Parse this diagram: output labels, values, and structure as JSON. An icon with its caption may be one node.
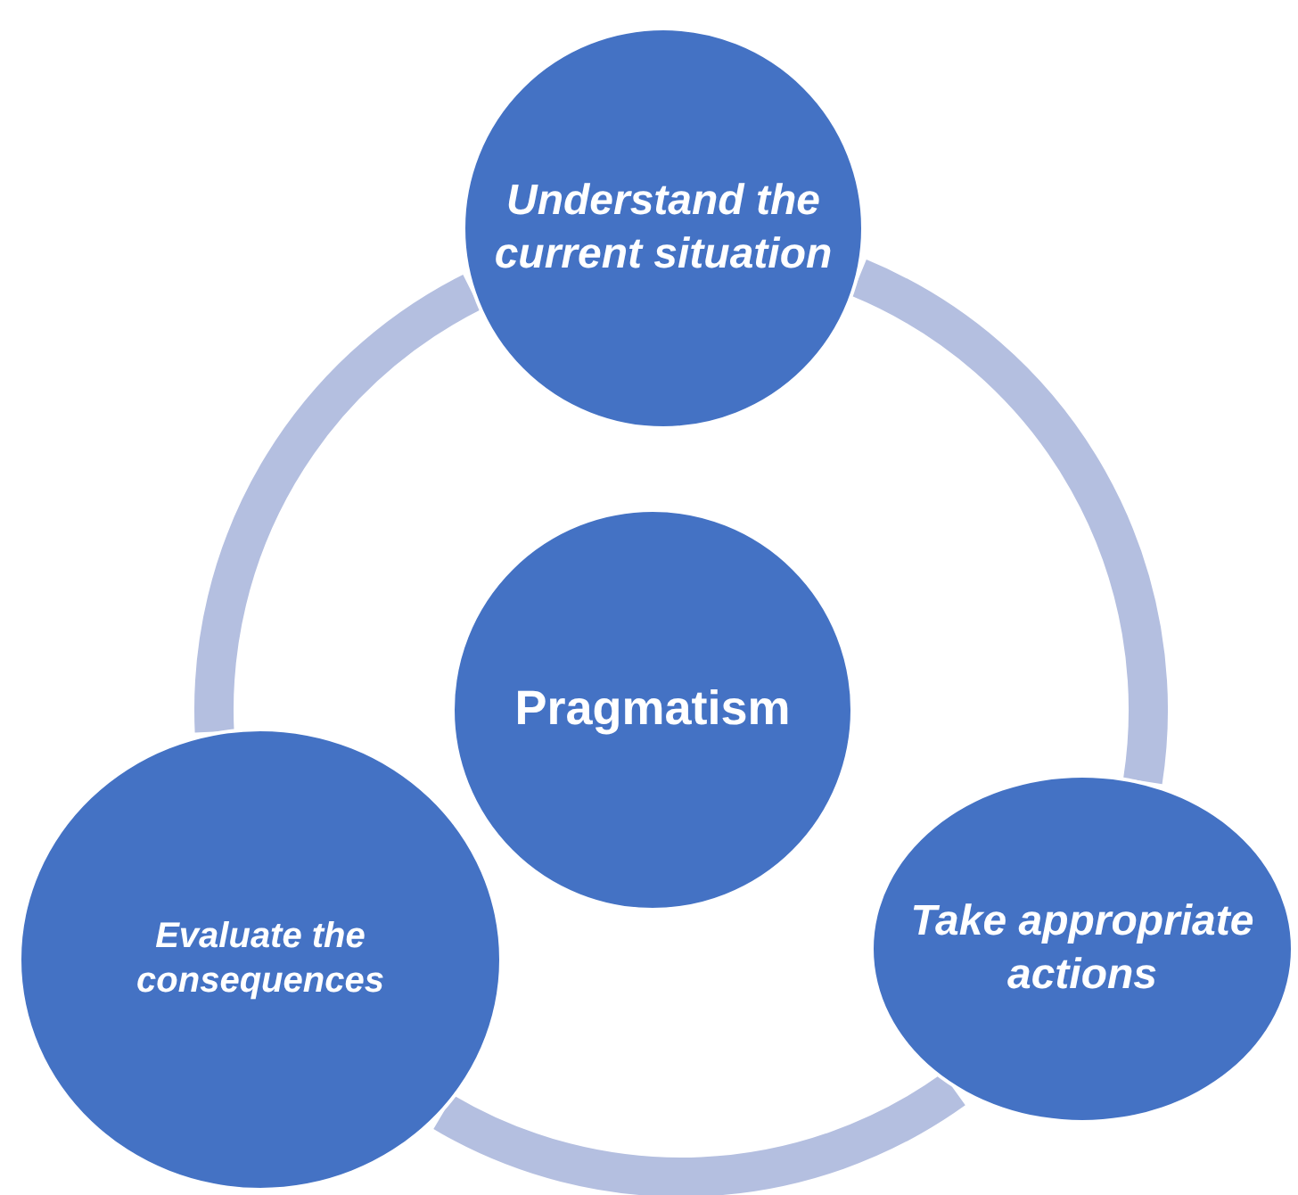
{
  "diagram": {
    "nodes": [
      {
        "text": [
          "Understand the current situation"
        ]
      },
      {
        "text": [
          "Pragmatism"
        ]
      },
      {
        "text": [
          "Evaluate the consequences"
        ]
      },
      {
        "text": [
          "Take appropriate actions"
        ]
      }
    ],
    "edges": [
      {
        "from": 0,
        "to": 3,
        "arrow": "none"
      },
      {
        "from": 3,
        "to": 2,
        "arrow": "none"
      },
      {
        "from": 2,
        "to": 0,
        "arrow": "none"
      }
    ]
  }
}
